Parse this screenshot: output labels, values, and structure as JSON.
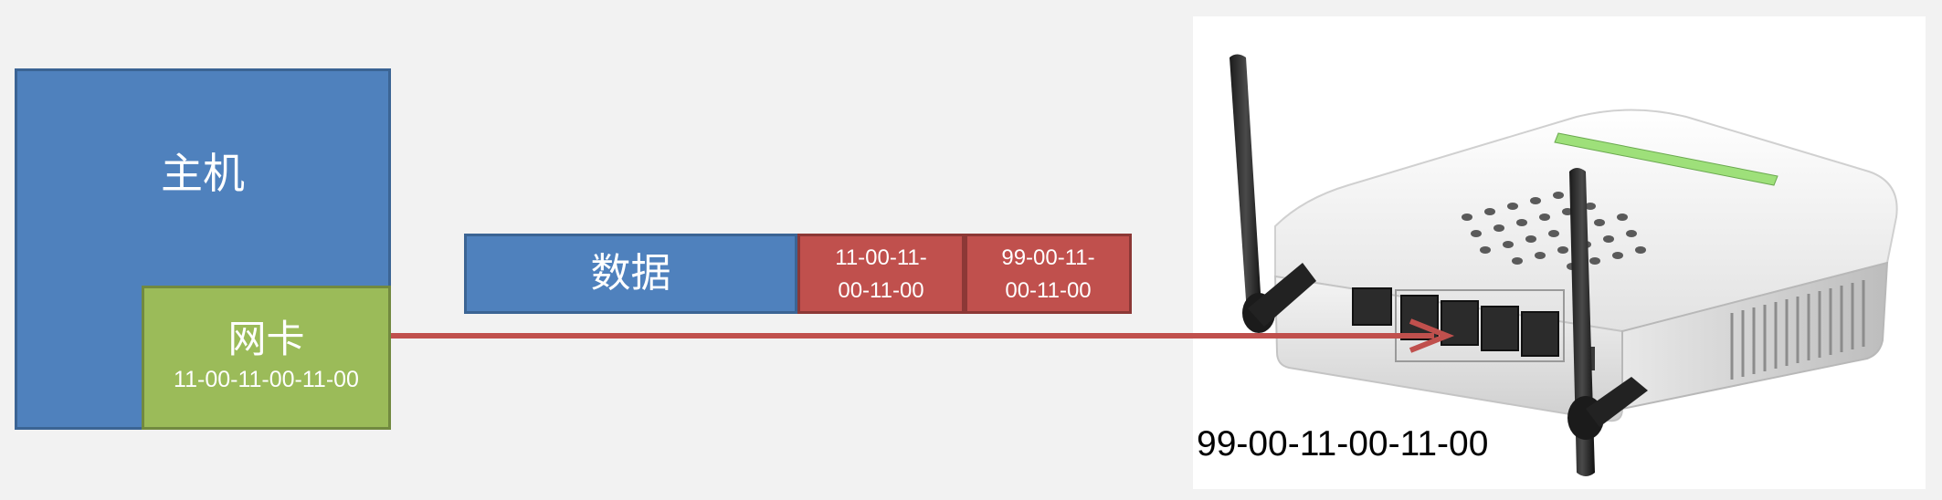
{
  "host": {
    "label": "主机"
  },
  "nic": {
    "label": "网卡",
    "mac": "11-00-11-00-11-00"
  },
  "frame": {
    "data_label": "数据",
    "src_mac_line1": "11-00-11-",
    "src_mac_line2": "00-11-00",
    "dst_mac_line1": "99-00-11-",
    "dst_mac_line2": "00-11-00"
  },
  "router": {
    "mac": "99-00-11-00-11-00",
    "image": "wireless-router-photo"
  },
  "colors": {
    "host_fill": "#4f81bd",
    "nic_fill": "#9bbb59",
    "mac_fill": "#c0504d",
    "wire": "#c0504d",
    "background": "#f2f2f2"
  }
}
